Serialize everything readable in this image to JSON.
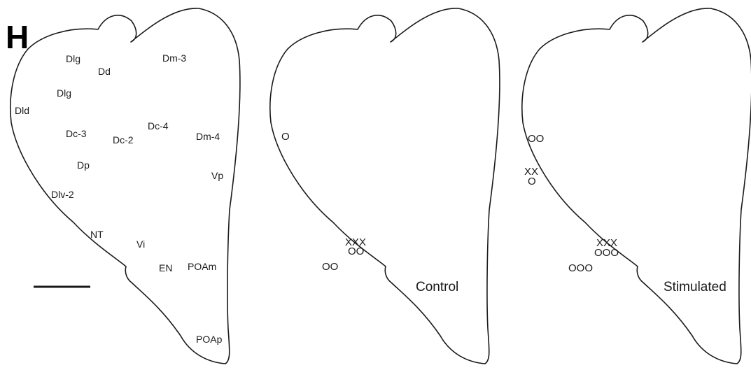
{
  "panel_letter": "H",
  "region_labels": {
    "dlg_top": "Dlg",
    "dd": "Dd",
    "dm3": "Dm-3",
    "dlg_mid": "Dlg",
    "dld": "Dld",
    "dc3": "Dc-3",
    "dc2": "Dc-2",
    "dc4": "Dc-4",
    "dm4": "Dm-4",
    "dp": "Dp",
    "vp": "Vp",
    "dlv2": "Dlv-2",
    "nt": "NT",
    "vi": "Vi",
    "en": "EN",
    "poam": "POAm",
    "poap": "POAp"
  },
  "control": {
    "label": "Control",
    "marks": {
      "dorsal": "O",
      "cluster_x": "XXX",
      "cluster_o": "OO",
      "lower_o": "OO"
    }
  },
  "stimulated": {
    "label": "Stimulated",
    "marks": {
      "dorsal_o": "OO",
      "mid_x": "XX",
      "mid_o": "O",
      "cluster_x": "XXX",
      "cluster_o": "OOO",
      "lower_o": "OOO"
    }
  },
  "colors": {
    "ink": "#1a1a1a",
    "background": "#ffffff"
  }
}
